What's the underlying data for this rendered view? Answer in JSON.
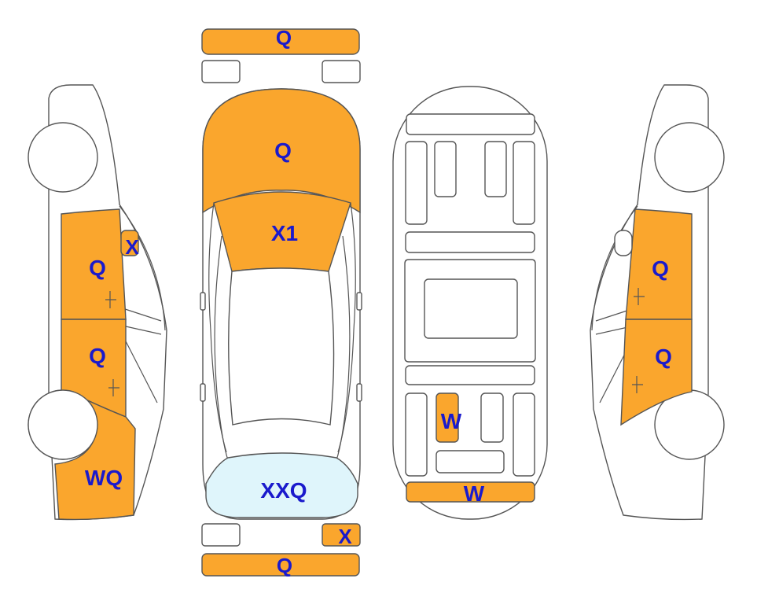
{
  "colors": {
    "damage": "#FAA62D",
    "glass": "#DFF5FB",
    "label": "#1A1ACC",
    "outline": "#555555",
    "background": "#FFFFFF"
  },
  "panels": {
    "front_bumper": {
      "code": "Q",
      "status": "damaged"
    },
    "hood": {
      "code": "Q",
      "status": "damaged"
    },
    "windshield": {
      "code": "X1",
      "status": "damaged"
    },
    "rear_window": {
      "code": "XXQ",
      "status": "glass"
    },
    "rear_light_right": {
      "code": "X",
      "status": "damaged"
    },
    "rear_bumper": {
      "code": "Q",
      "status": "damaged"
    },
    "left_front_door": {
      "code": "Q",
      "status": "damaged"
    },
    "left_mirror": {
      "code": "X",
      "status": "damaged"
    },
    "left_rear_door": {
      "code": "Q",
      "status": "damaged"
    },
    "left_rear_quarter": {
      "code": "WQ",
      "status": "damaged"
    },
    "right_front_door": {
      "code": "Q",
      "status": "damaged"
    },
    "right_rear_door": {
      "code": "Q",
      "status": "damaged"
    },
    "underbody_member": {
      "code": "W",
      "status": "damaged"
    },
    "underbody_rear_panel": {
      "code": "W",
      "status": "damaged"
    }
  }
}
